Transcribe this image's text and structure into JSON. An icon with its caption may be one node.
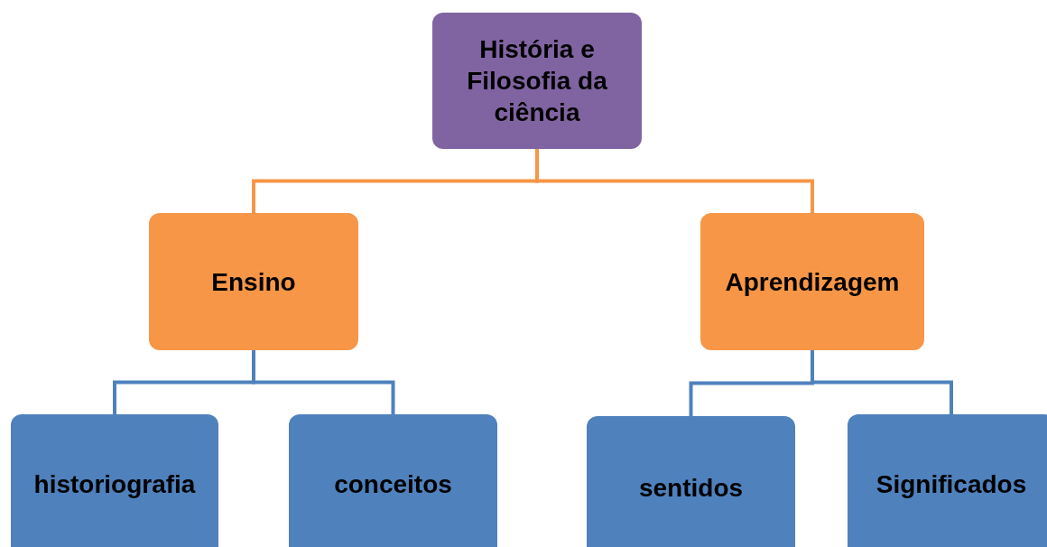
{
  "diagram": {
    "nodes": [
      {
        "text": [
          "História e Filosofia da ciência"
        ]
      },
      {
        "text": [
          "Ensino"
        ]
      },
      {
        "text": [
          "Aprendizagem"
        ]
      },
      {
        "text": [
          "historiografia"
        ]
      },
      {
        "text": [
          "conceitos"
        ]
      },
      {
        "text": [
          "sentidos"
        ]
      },
      {
        "text": [
          "Significados"
        ]
      }
    ],
    "edges": [
      {
        "from": 0,
        "to": 1,
        "arrow": "none",
        "color": "#f79646"
      },
      {
        "from": 0,
        "to": 2,
        "arrow": "none",
        "color": "#f79646"
      },
      {
        "from": 1,
        "to": 3,
        "arrow": "none"
      },
      {
        "from": 1,
        "to": 4,
        "arrow": "none"
      },
      {
        "from": 2,
        "to": 5,
        "arrow": "none"
      },
      {
        "from": 2,
        "to": 6,
        "arrow": "none"
      }
    ]
  }
}
